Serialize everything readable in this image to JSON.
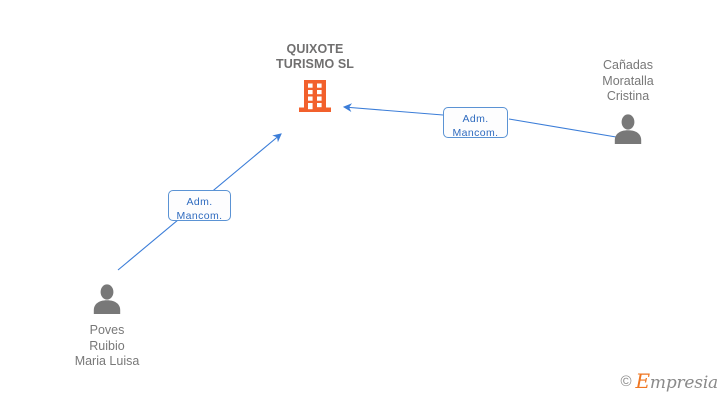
{
  "diagram": {
    "company": {
      "name": "QUIXOTE\nTURISMO SL",
      "icon": "building-icon",
      "color": "#f2602c"
    },
    "persons": [
      {
        "id": "person-left",
        "name": "Poves\nRuibio\nMaria Luisa",
        "icon": "person-icon",
        "color": "#787878"
      },
      {
        "id": "person-right",
        "name": "Cañadas\nMoratalla\nCristina",
        "icon": "person-icon",
        "color": "#787878"
      }
    ],
    "relations": [
      {
        "id": "relation-left",
        "label": "Adm.\nMancom.",
        "from": "person-left",
        "to": "company",
        "color": "#3b7dd8"
      },
      {
        "id": "relation-right",
        "label": "Adm.\nMancom.",
        "from": "person-right",
        "to": "company",
        "color": "#3b7dd8"
      }
    ],
    "watermark": {
      "copyright": "©",
      "brand_initial": "E",
      "brand_rest": "mpresia",
      "accent_color": "#ef7622"
    }
  }
}
